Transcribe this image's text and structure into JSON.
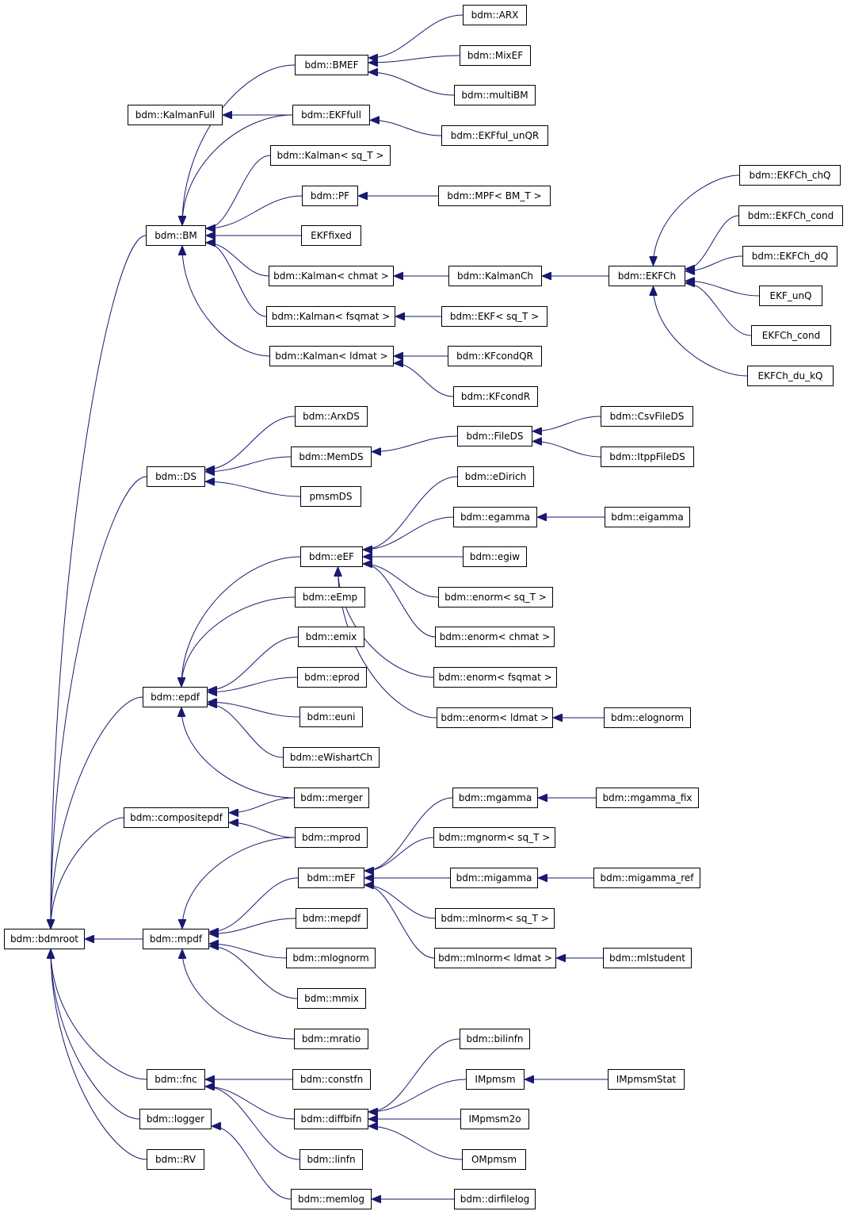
{
  "diagram": {
    "colors": {
      "edge": "#191970",
      "node_border": "#000000",
      "background": "#ffffff"
    },
    "nodes": [
      {
        "id": "bdmroot",
        "label": "bdm::bdmroot"
      },
      {
        "id": "BM",
        "label": "bdm::BM"
      },
      {
        "id": "KalmanFull",
        "label": "bdm::KalmanFull"
      },
      {
        "id": "BMEF",
        "label": "bdm::BMEF"
      },
      {
        "id": "ARX",
        "label": "bdm::ARX"
      },
      {
        "id": "MixEF",
        "label": "bdm::MixEF"
      },
      {
        "id": "multiBM",
        "label": "bdm::multiBM"
      },
      {
        "id": "EKFfull",
        "label": "bdm::EKFfull"
      },
      {
        "id": "EKFful_unQR",
        "label": "bdm::EKFful_unQR"
      },
      {
        "id": "Kalman_sqT",
        "label": "bdm::Kalman< sq_T >"
      },
      {
        "id": "PF",
        "label": "bdm::PF"
      },
      {
        "id": "MPF",
        "label": "bdm::MPF< BM_T >"
      },
      {
        "id": "EKFfixed",
        "label": "EKFfixed"
      },
      {
        "id": "Kalman_chmat",
        "label": "bdm::Kalman< chmat >"
      },
      {
        "id": "KalmanCh",
        "label": "bdm::KalmanCh"
      },
      {
        "id": "EKFCh",
        "label": "bdm::EKFCh"
      },
      {
        "id": "EKFCh_chQ",
        "label": "bdm::EKFCh_chQ"
      },
      {
        "id": "EKFCh_cond",
        "label": "bdm::EKFCh_cond"
      },
      {
        "id": "EKFCh_dQ",
        "label": "bdm::EKFCh_dQ"
      },
      {
        "id": "EKF_unQ",
        "label": "EKF_unQ"
      },
      {
        "id": "EKFCh_cond2",
        "label": "EKFCh_cond"
      },
      {
        "id": "EKFCh_du_kQ",
        "label": "EKFCh_du_kQ"
      },
      {
        "id": "Kalman_fsqmat",
        "label": "bdm::Kalman< fsqmat >"
      },
      {
        "id": "EKF_sqT",
        "label": "bdm::EKF< sq_T >"
      },
      {
        "id": "Kalman_ldmat",
        "label": "bdm::Kalman< ldmat >"
      },
      {
        "id": "KFcondQR",
        "label": "bdm::KFcondQR"
      },
      {
        "id": "KFcondR",
        "label": "bdm::KFcondR"
      },
      {
        "id": "DS",
        "label": "bdm::DS"
      },
      {
        "id": "ArxDS",
        "label": "bdm::ArxDS"
      },
      {
        "id": "MemDS",
        "label": "bdm::MemDS"
      },
      {
        "id": "pmsmDS",
        "label": "pmsmDS"
      },
      {
        "id": "FileDS",
        "label": "bdm::FileDS"
      },
      {
        "id": "CsvFileDS",
        "label": "bdm::CsvFileDS"
      },
      {
        "id": "ItppFileDS",
        "label": "bdm::ItppFileDS"
      },
      {
        "id": "epdf",
        "label": "bdm::epdf"
      },
      {
        "id": "eEF",
        "label": "bdm::eEF"
      },
      {
        "id": "eDirich",
        "label": "bdm::eDirich"
      },
      {
        "id": "egamma",
        "label": "bdm::egamma"
      },
      {
        "id": "eigamma",
        "label": "bdm::eigamma"
      },
      {
        "id": "egiw",
        "label": "bdm::egiw"
      },
      {
        "id": "enorm_sqT",
        "label": "bdm::enorm< sq_T >"
      },
      {
        "id": "enorm_chmat",
        "label": "bdm::enorm< chmat >"
      },
      {
        "id": "enorm_fsqmat",
        "label": "bdm::enorm< fsqmat >"
      },
      {
        "id": "enorm_ldmat",
        "label": "bdm::enorm< ldmat >"
      },
      {
        "id": "elognorm",
        "label": "bdm::elognorm"
      },
      {
        "id": "eEmp",
        "label": "bdm::eEmp"
      },
      {
        "id": "emix",
        "label": "bdm::emix"
      },
      {
        "id": "eprod",
        "label": "bdm::eprod"
      },
      {
        "id": "euni",
        "label": "bdm::euni"
      },
      {
        "id": "eWishartCh",
        "label": "bdm::eWishartCh"
      },
      {
        "id": "merger",
        "label": "bdm::merger"
      },
      {
        "id": "compositepdf",
        "label": "bdm::compositepdf"
      },
      {
        "id": "mprod",
        "label": "bdm::mprod"
      },
      {
        "id": "mpdf",
        "label": "bdm::mpdf"
      },
      {
        "id": "mEF",
        "label": "bdm::mEF"
      },
      {
        "id": "mgamma",
        "label": "bdm::mgamma"
      },
      {
        "id": "mgamma_fix",
        "label": "bdm::mgamma_fix"
      },
      {
        "id": "mgnorm_sqT",
        "label": "bdm::mgnorm< sq_T >"
      },
      {
        "id": "migamma",
        "label": "bdm::migamma"
      },
      {
        "id": "migamma_ref",
        "label": "bdm::migamma_ref"
      },
      {
        "id": "mlnorm_sqT",
        "label": "bdm::mlnorm< sq_T >"
      },
      {
        "id": "mlnorm_ldmat",
        "label": "bdm::mlnorm< ldmat >"
      },
      {
        "id": "mlstudent",
        "label": "bdm::mlstudent"
      },
      {
        "id": "mepdf",
        "label": "bdm::mepdf"
      },
      {
        "id": "mlognorm",
        "label": "bdm::mlognorm"
      },
      {
        "id": "mmix",
        "label": "bdm::mmix"
      },
      {
        "id": "mratio",
        "label": "bdm::mratio"
      },
      {
        "id": "fnc",
        "label": "bdm::fnc"
      },
      {
        "id": "constfn",
        "label": "bdm::constfn"
      },
      {
        "id": "diffbifn",
        "label": "bdm::diffbifn"
      },
      {
        "id": "bilinfn",
        "label": "bdm::bilinfn"
      },
      {
        "id": "IMpmsm",
        "label": "IMpmsm"
      },
      {
        "id": "IMpmsmStat",
        "label": "IMpmsmStat"
      },
      {
        "id": "IMpmsm2o",
        "label": "IMpmsm2o"
      },
      {
        "id": "OMpmsm",
        "label": "OMpmsm"
      },
      {
        "id": "linfn",
        "label": "bdm::linfn"
      },
      {
        "id": "logger",
        "label": "bdm::logger"
      },
      {
        "id": "memlog",
        "label": "bdm::memlog"
      },
      {
        "id": "dirfilelog",
        "label": "bdm::dirfilelog"
      },
      {
        "id": "RV",
        "label": "bdm::RV"
      }
    ],
    "edges": [
      [
        "BM",
        "bdmroot"
      ],
      [
        "DS",
        "bdmroot"
      ],
      [
        "epdf",
        "bdmroot"
      ],
      [
        "compositepdf",
        "bdmroot"
      ],
      [
        "mpdf",
        "bdmroot"
      ],
      [
        "fnc",
        "bdmroot"
      ],
      [
        "logger",
        "bdmroot"
      ],
      [
        "RV",
        "bdmroot"
      ],
      [
        "BMEF",
        "BM"
      ],
      [
        "EKFfull",
        "BM"
      ],
      [
        "Kalman_sqT",
        "BM"
      ],
      [
        "PF",
        "BM"
      ],
      [
        "EKFfixed",
        "BM"
      ],
      [
        "Kalman_chmat",
        "BM"
      ],
      [
        "Kalman_fsqmat",
        "BM"
      ],
      [
        "Kalman_ldmat",
        "BM"
      ],
      [
        "EKFfull",
        "KalmanFull"
      ],
      [
        "ARX",
        "BMEF"
      ],
      [
        "MixEF",
        "BMEF"
      ],
      [
        "multiBM",
        "BMEF"
      ],
      [
        "EKFful_unQR",
        "EKFfull"
      ],
      [
        "MPF",
        "PF"
      ],
      [
        "KalmanCh",
        "Kalman_chmat"
      ],
      [
        "EKFCh",
        "KalmanCh"
      ],
      [
        "EKFCh_chQ",
        "EKFCh"
      ],
      [
        "EKFCh_cond",
        "EKFCh"
      ],
      [
        "EKFCh_dQ",
        "EKFCh"
      ],
      [
        "EKF_unQ",
        "EKFCh"
      ],
      [
        "EKFCh_cond2",
        "EKFCh"
      ],
      [
        "EKFCh_du_kQ",
        "EKFCh"
      ],
      [
        "EKF_sqT",
        "Kalman_fsqmat"
      ],
      [
        "KFcondQR",
        "Kalman_ldmat"
      ],
      [
        "KFcondR",
        "Kalman_ldmat"
      ],
      [
        "ArxDS",
        "DS"
      ],
      [
        "MemDS",
        "DS"
      ],
      [
        "pmsmDS",
        "DS"
      ],
      [
        "FileDS",
        "MemDS"
      ],
      [
        "CsvFileDS",
        "FileDS"
      ],
      [
        "ItppFileDS",
        "FileDS"
      ],
      [
        "eEF",
        "epdf"
      ],
      [
        "eEmp",
        "epdf"
      ],
      [
        "emix",
        "epdf"
      ],
      [
        "eprod",
        "epdf"
      ],
      [
        "euni",
        "epdf"
      ],
      [
        "eWishartCh",
        "epdf"
      ],
      [
        "merger",
        "epdf"
      ],
      [
        "eDirich",
        "eEF"
      ],
      [
        "egamma",
        "eEF"
      ],
      [
        "egiw",
        "eEF"
      ],
      [
        "enorm_sqT",
        "eEF"
      ],
      [
        "enorm_chmat",
        "eEF"
      ],
      [
        "enorm_fsqmat",
        "eEF"
      ],
      [
        "enorm_ldmat",
        "eEF"
      ],
      [
        "eigamma",
        "egamma"
      ],
      [
        "elognorm",
        "enorm_ldmat"
      ],
      [
        "merger",
        "compositepdf"
      ],
      [
        "mprod",
        "compositepdf"
      ],
      [
        "mprod",
        "mpdf"
      ],
      [
        "mEF",
        "mpdf"
      ],
      [
        "mepdf",
        "mpdf"
      ],
      [
        "mlognorm",
        "mpdf"
      ],
      [
        "mmix",
        "mpdf"
      ],
      [
        "mratio",
        "mpdf"
      ],
      [
        "mgamma",
        "mEF"
      ],
      [
        "mgnorm_sqT",
        "mEF"
      ],
      [
        "migamma",
        "mEF"
      ],
      [
        "mlnorm_sqT",
        "mEF"
      ],
      [
        "mlnorm_ldmat",
        "mEF"
      ],
      [
        "mgamma_fix",
        "mgamma"
      ],
      [
        "migamma_ref",
        "migamma"
      ],
      [
        "mlstudent",
        "mlnorm_ldmat"
      ],
      [
        "constfn",
        "fnc"
      ],
      [
        "diffbifn",
        "fnc"
      ],
      [
        "linfn",
        "fnc"
      ],
      [
        "bilinfn",
        "diffbifn"
      ],
      [
        "IMpmsm",
        "diffbifn"
      ],
      [
        "IMpmsm2o",
        "diffbifn"
      ],
      [
        "OMpmsm",
        "diffbifn"
      ],
      [
        "IMpmsmStat",
        "IMpmsm"
      ],
      [
        "memlog",
        "logger"
      ],
      [
        "dirfilelog",
        "memlog"
      ]
    ]
  }
}
